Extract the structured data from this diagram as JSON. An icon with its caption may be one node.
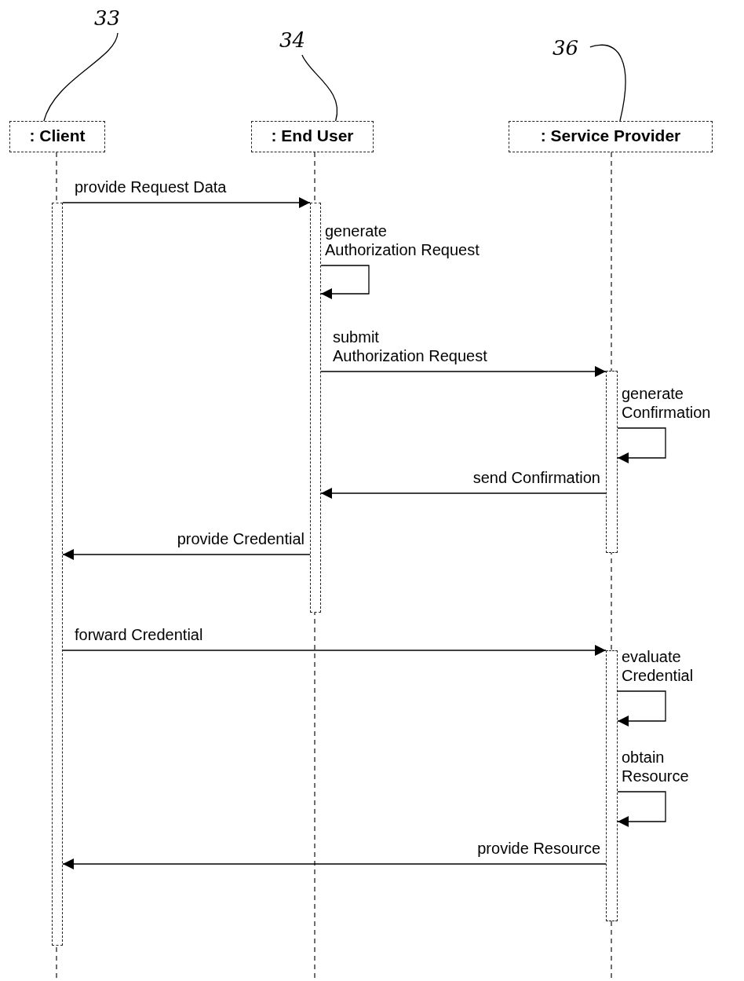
{
  "diagram": {
    "nodes": [
      {
        "text": [
          "33"
        ]
      },
      {
        "text": [
          "34"
        ]
      },
      {
        "text": [
          "36"
        ]
      },
      {
        "text": [
          ": Client"
        ]
      },
      {
        "text": [
          ": End User"
        ]
      },
      {
        "text": [
          ": Service Provider"
        ]
      },
      {
        "text": [],
        "shape": "bar"
      },
      {
        "text": [],
        "shape": "bar"
      },
      {
        "text": [],
        "shape": "bar"
      },
      {
        "text": [],
        "shape": "bar"
      }
    ],
    "edges": [
      {
        "from": 0,
        "to": 3,
        "arrow": "none"
      },
      {
        "from": 1,
        "to": 4,
        "arrow": "none"
      },
      {
        "from": 2,
        "to": 5,
        "arrow": "none"
      },
      {
        "from": 6,
        "to": 7,
        "arrow": "to",
        "label": "provide Request Data"
      },
      {
        "from": 7,
        "to": 7,
        "arrow": "to",
        "label": "generate Authorization Request"
      },
      {
        "from": 7,
        "to": 8,
        "arrow": "to",
        "label": "submit Authorization Request"
      },
      {
        "from": 8,
        "to": 8,
        "arrow": "to",
        "label": "generate Confirmation"
      },
      {
        "from": 8,
        "to": 7,
        "arrow": "to",
        "label": "send Confirmation"
      },
      {
        "from": 7,
        "to": 6,
        "arrow": "to",
        "label": "provide Credential"
      },
      {
        "from": 6,
        "to": 9,
        "arrow": "to",
        "label": "forward Credential"
      },
      {
        "from": 9,
        "to": 9,
        "arrow": "to",
        "label": "evaluate Credential"
      },
      {
        "from": 9,
        "to": 9,
        "arrow": "to",
        "label": "obtain Resource"
      },
      {
        "from": 9,
        "to": 6,
        "arrow": "to",
        "label": "provide Resource"
      }
    ]
  }
}
